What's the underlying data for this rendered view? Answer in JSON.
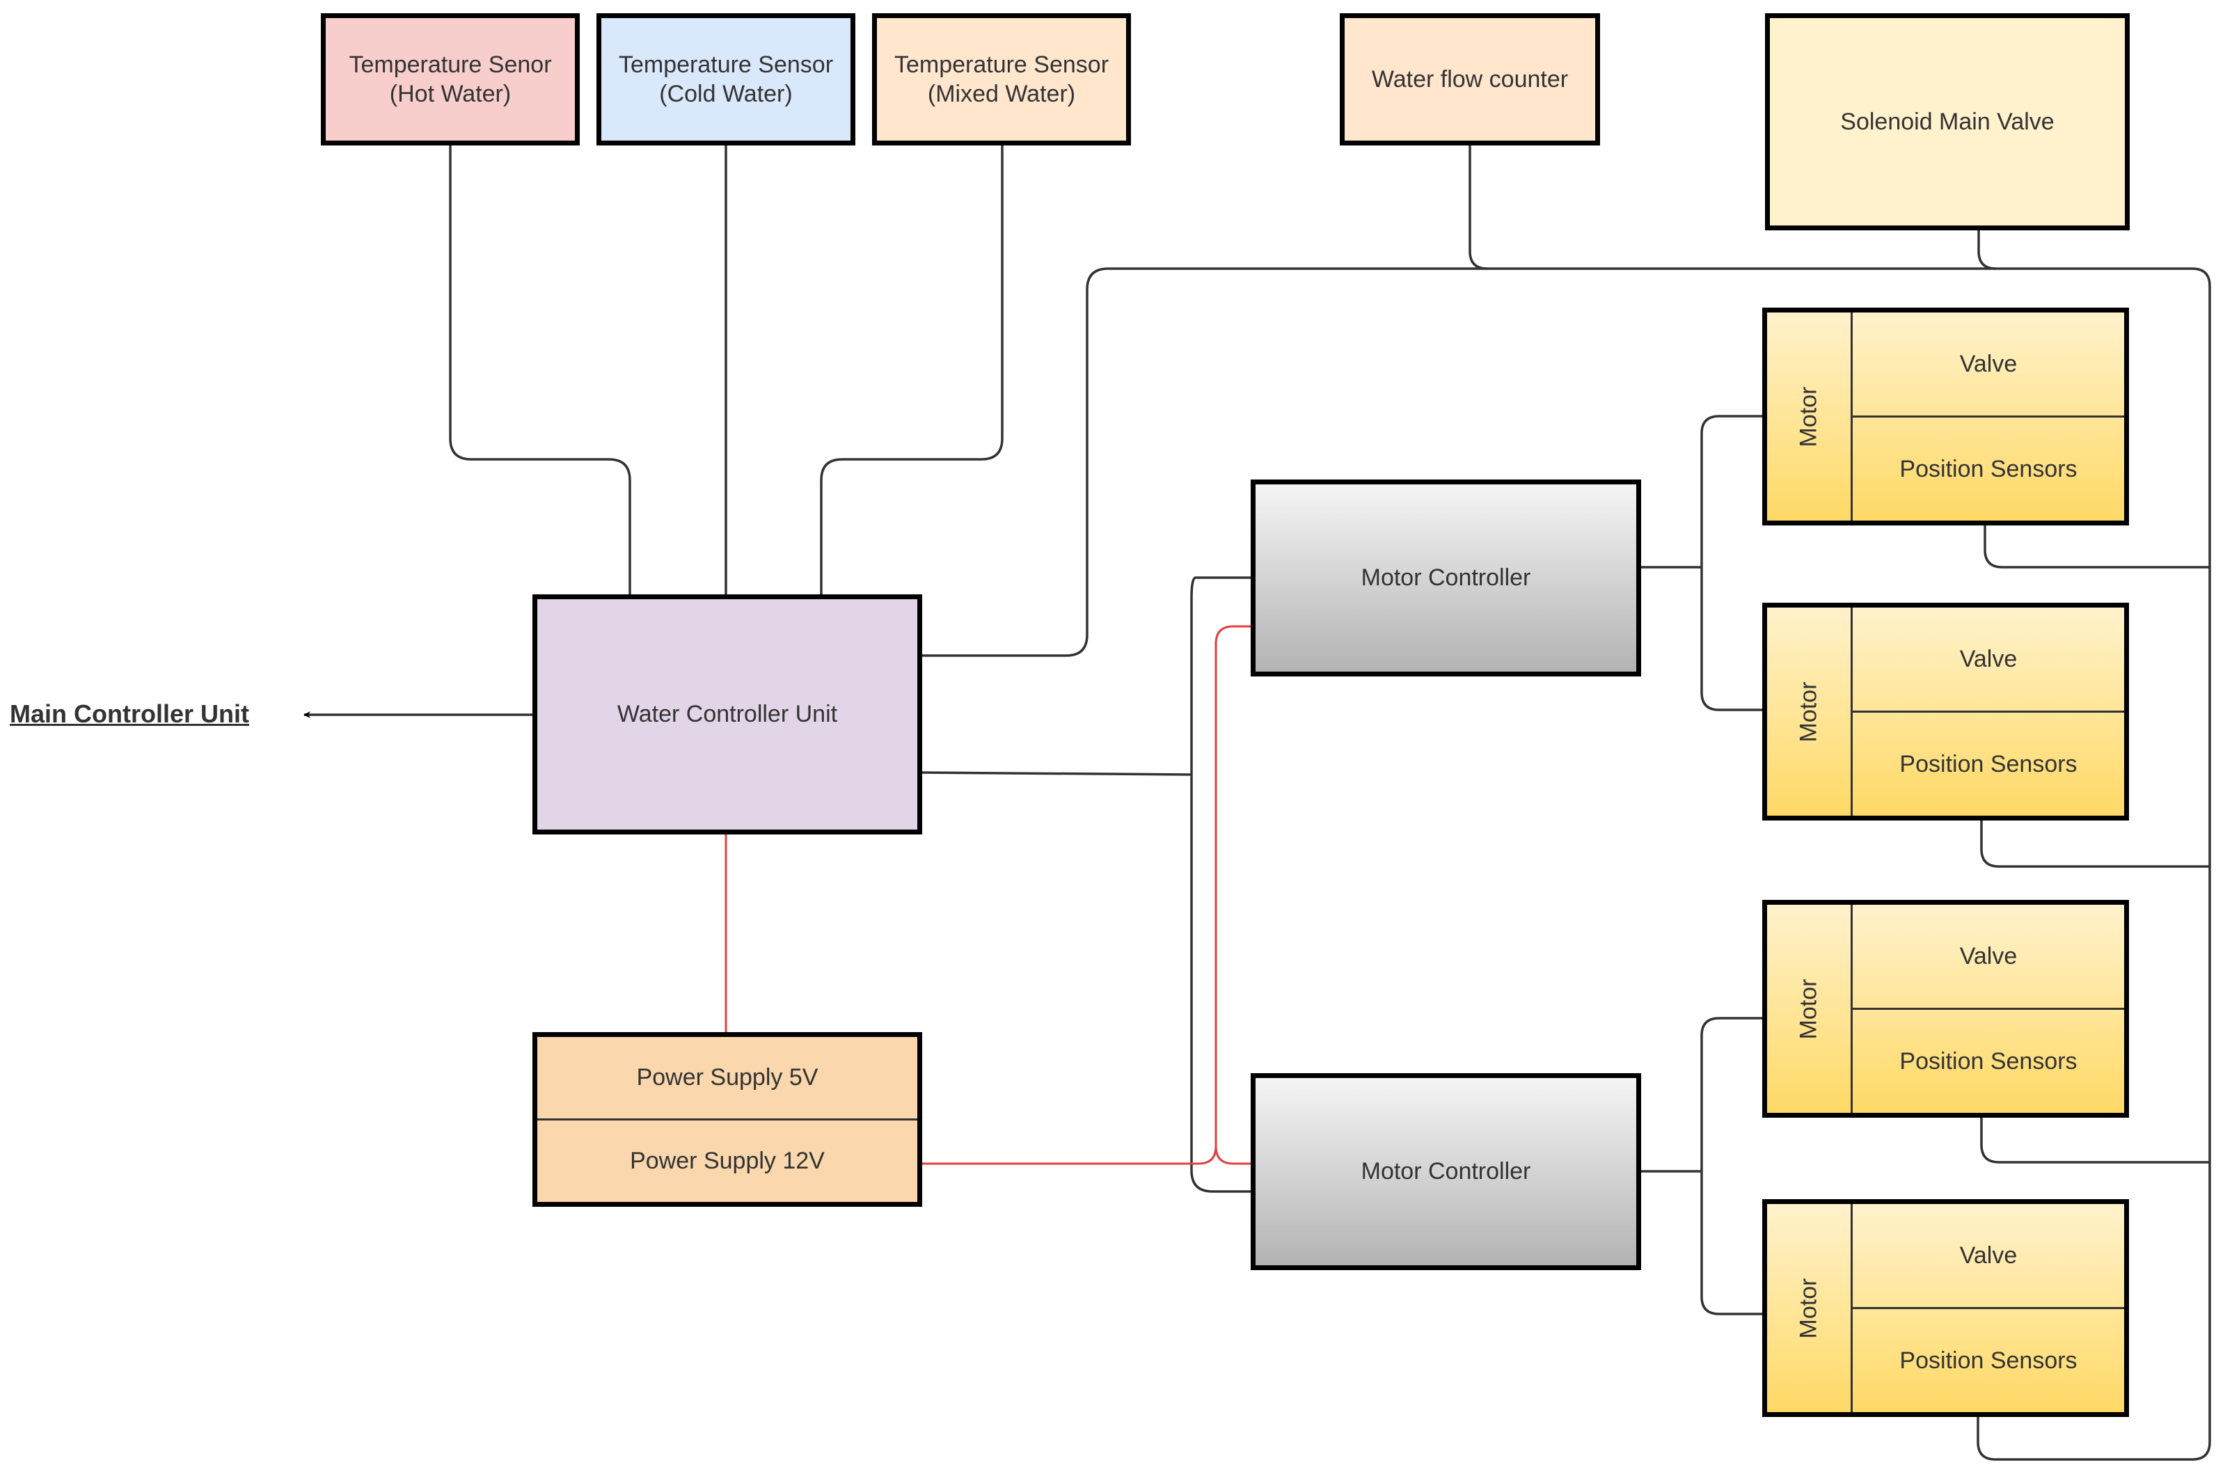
{
  "sensors": {
    "hot_water": "Temperature Senor\n(Hot Water)",
    "cold_water": "Temperature Sensor\n(Cold Water)",
    "mixed_water": "Temperature Sensor\n(Mixed Water)"
  },
  "water_flow_counter": "Water flow counter",
  "solenoid_main_valve": "Solenoid Main Valve",
  "water_controller_unit": "Water Controller Unit",
  "main_controller_unit": "Main Controller Unit",
  "power_supply": {
    "v5": "Power Supply 5V",
    "v12": "Power Supply 12V"
  },
  "motor_controllers": [
    "Motor Controller",
    "Motor Controller"
  ],
  "valve_assemblies": [
    {
      "motor": "Motor",
      "valve": "Valve",
      "sensors": "Position Sensors"
    },
    {
      "motor": "Motor",
      "valve": "Valve",
      "sensors": "Position Sensors"
    },
    {
      "motor": "Motor",
      "valve": "Valve",
      "sensors": "Position Sensors"
    },
    {
      "motor": "Motor",
      "valve": "Valve",
      "sensors": "Position Sensors"
    }
  ],
  "colors": {
    "signal_wire": "#333333",
    "power_wire": "#e04040"
  }
}
